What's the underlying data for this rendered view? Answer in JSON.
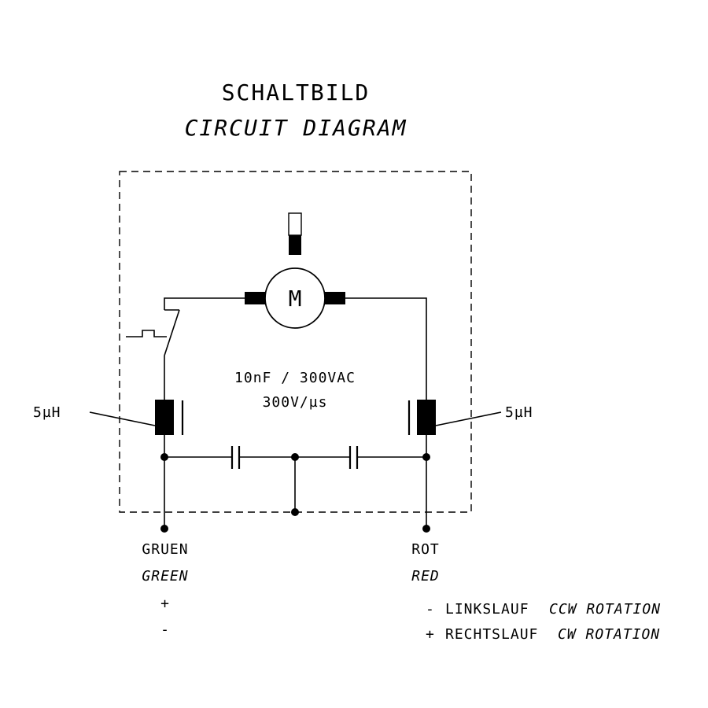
{
  "title": {
    "line1": "SCHALTBILD",
    "line2": "CIRCUIT DIAGRAM"
  },
  "motor": {
    "symbol": "M"
  },
  "capacitor_spec": {
    "line1": "10nF / 300VAC",
    "line2": "300V/µs"
  },
  "inductors": {
    "left_value": "5µH",
    "right_value": "5µH"
  },
  "terminals": {
    "left_de": "GRUEN",
    "left_en": "GREEN",
    "left_plus": "+",
    "left_minus": "-",
    "right_de": "ROT",
    "right_en": "RED"
  },
  "rotation_notes": {
    "ccw_sign": "-",
    "ccw_de": "LINKSLAUF",
    "ccw_en": "CCW ROTATION",
    "cw_sign": "+",
    "cw_de": "RECHTSLAUF",
    "cw_en": "CW ROTATION"
  }
}
